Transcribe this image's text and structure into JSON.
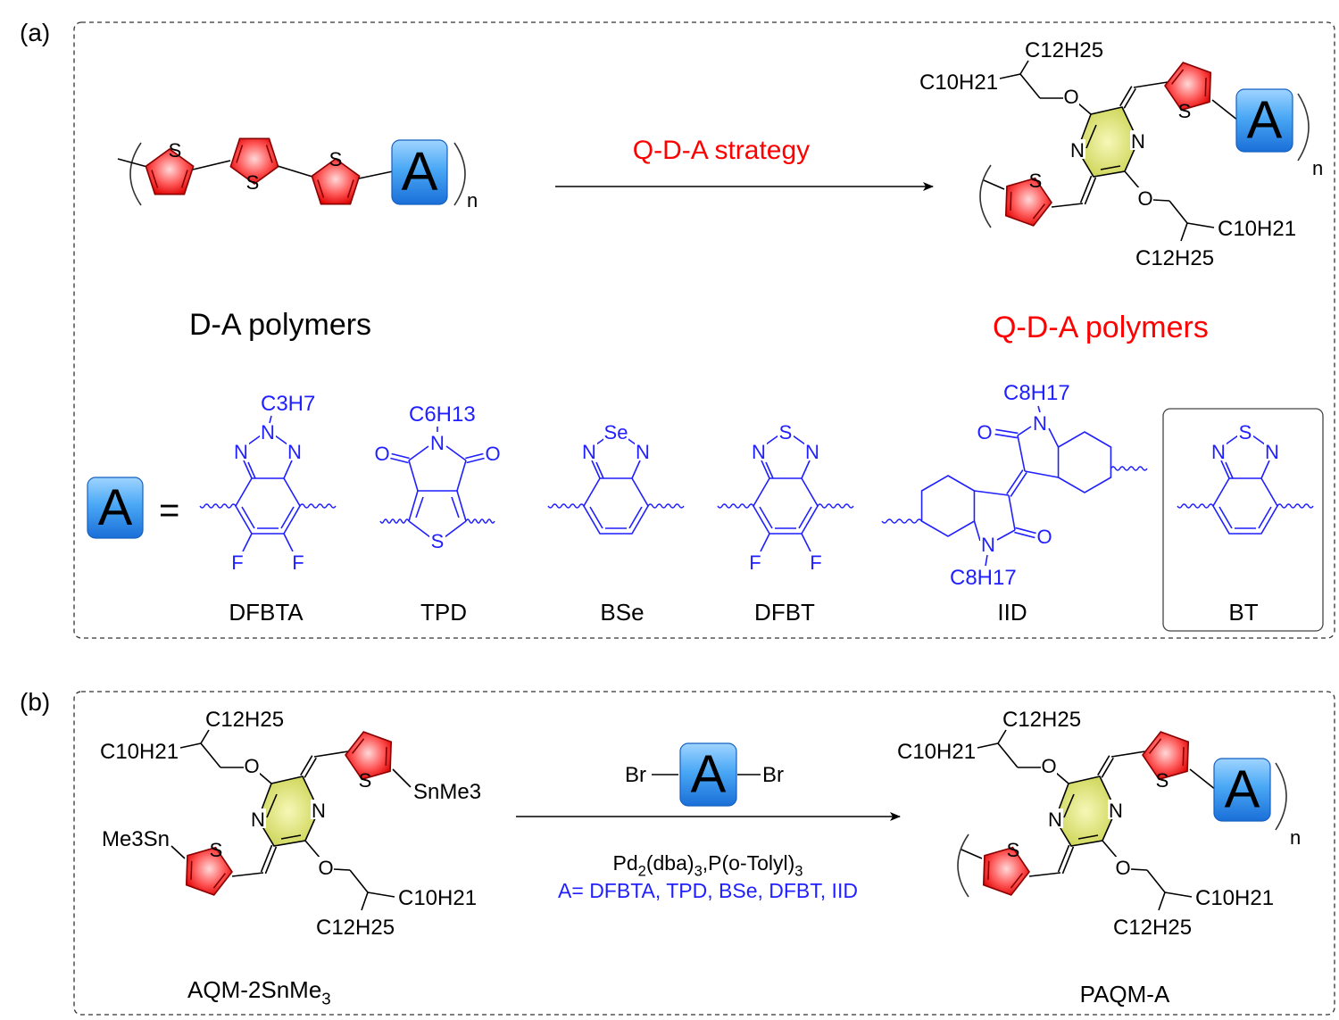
{
  "panels": {
    "a_label": "(a)",
    "b_label": "(b)"
  },
  "da": {
    "title": "D-A polymers",
    "acceptor": "A",
    "n": "n",
    "sulfur": "S"
  },
  "strategy": {
    "label": "Q-D-A strategy"
  },
  "qda": {
    "title": "Q-D-A polymers",
    "side_long": "C12H25",
    "side_short": "C10H21",
    "oxygen": "O",
    "nitrogen": "N",
    "sulfur": "S",
    "acceptor": "A",
    "n": "n"
  },
  "acceptor_key": {
    "symbol": "A",
    "equals": "="
  },
  "acceptors": [
    {
      "name": "DFBTA",
      "substituent": "C3H7",
      "atoms": [
        "N",
        "N",
        "N",
        "F",
        "F"
      ]
    },
    {
      "name": "TPD",
      "substituent": "C6H13",
      "atoms": [
        "O",
        "N",
        "O",
        "S"
      ]
    },
    {
      "name": "BSe",
      "atoms": [
        "N",
        "Se",
        "N"
      ]
    },
    {
      "name": "DFBT",
      "atoms": [
        "N",
        "S",
        "N",
        "F",
        "F"
      ]
    },
    {
      "name": "IID",
      "substituent": "C8H17",
      "atoms": [
        "O",
        "N",
        "N",
        "O"
      ]
    },
    {
      "name": "BT",
      "atoms": [
        "N",
        "S",
        "N"
      ]
    }
  ],
  "reaction": {
    "reagent_left": "Br",
    "reagent_right": "Br",
    "acceptor": "A",
    "conditions": "Pd2(dba)3,P(o-Tolyl)3",
    "scope": "A= DFBTA, TPD, BSe, DFBT, IID",
    "monomer_name": "AQM-2SnMe3",
    "monomer_end_right": "SnMe3",
    "monomer_end_left": "Me3Sn",
    "product_name": "PAQM-A"
  },
  "colors": {
    "red": "#ff0000",
    "blue": "#1f1fff",
    "thiophene": "#e8141c",
    "acceptor_box": "#2a8ff0",
    "pyrazine": "#d8dc6a"
  }
}
